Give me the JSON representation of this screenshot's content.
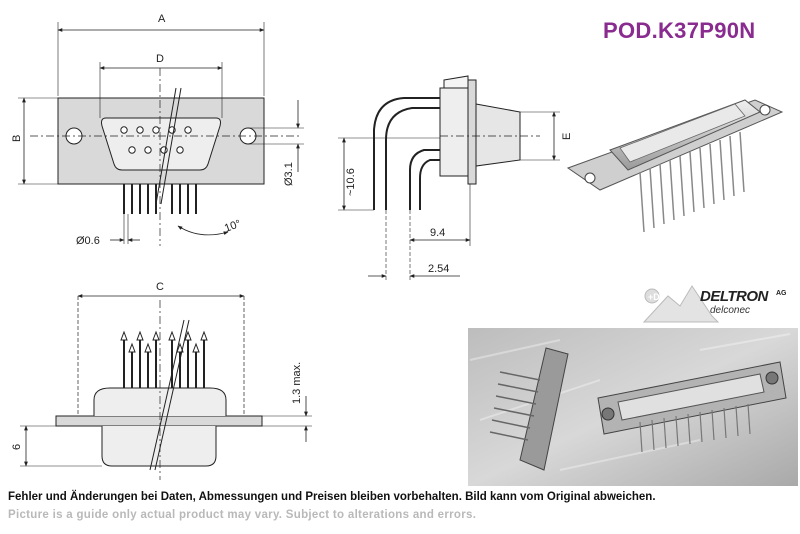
{
  "title": "POD.K37P90N",
  "dims": {
    "A": "A",
    "B": "B",
    "D": "D",
    "C": "C",
    "E": "E",
    "d31": "Ø3.1",
    "d06": "Ø0.6",
    "angle": "10°",
    "h106": "~10.6",
    "p94": "9.4",
    "p254": "2.54",
    "h13": "1.3 max.",
    "h6": "6"
  },
  "logo": {
    "brand": "DELTRON",
    "ag": "AG",
    "sub": "delconec"
  },
  "footer": {
    "de": "Fehler und Änderungen bei Daten, Abmessungen und Preisen bleiben vorbehalten. Bild kann vom Original abweichen.",
    "en": "Picture is a guide only actual product may vary. Subject to alterations and errors."
  },
  "colors": {
    "title": "#8a2c8f",
    "drawing": "#222222",
    "shell": "#d9d9d9"
  }
}
